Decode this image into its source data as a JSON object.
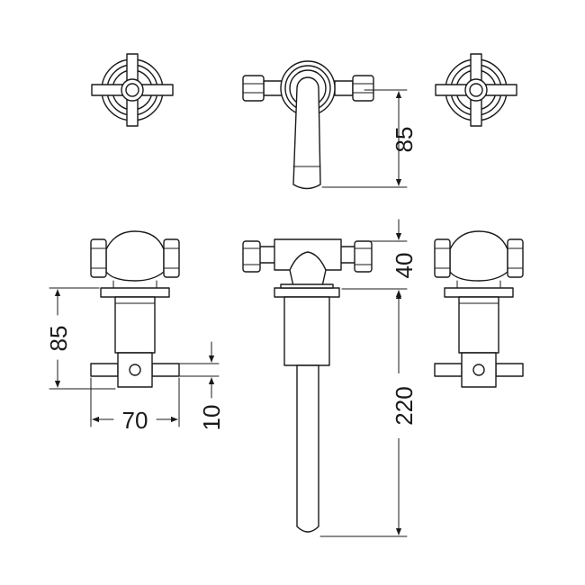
{
  "drawing": {
    "dimensions": {
      "spout_top_height": "85",
      "spout_offset": "40",
      "spout_length": "220",
      "valve_height": "85",
      "valve_width": "70",
      "valve_depth": "10"
    }
  }
}
